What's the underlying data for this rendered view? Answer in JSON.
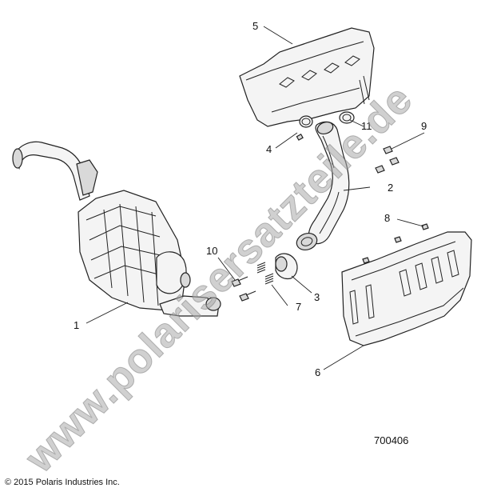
{
  "callouts": [
    "1",
    "2",
    "3",
    "4",
    "5",
    "6",
    "7",
    "8",
    "9",
    "10",
    "11"
  ],
  "drawing_number": "700406",
  "copyright": "© 2015 Polaris Industries Inc.",
  "watermark": "www.polarisersatzteile.de"
}
